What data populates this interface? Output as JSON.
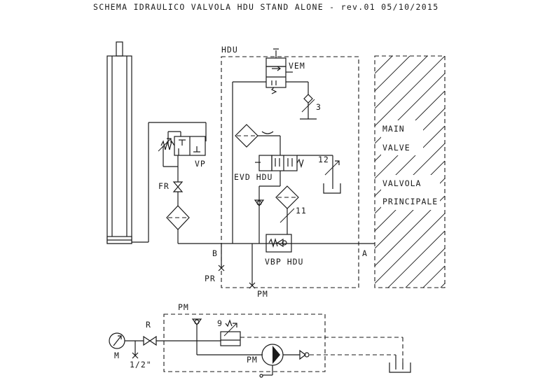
{
  "title": "SCHEMA IDRAULICO VALVOLA HDU STAND ALONE - rev.01 05/10/2015",
  "labels": {
    "hdu": "HDU",
    "vem": "VEM",
    "n3": "3",
    "vp": "VP",
    "fr": "FR",
    "n12": "12",
    "evd_hdu": "EVD HDU",
    "n11": "11",
    "vbp_hdu": "VBP HDU",
    "b": "B",
    "a": "A",
    "pr": "PR",
    "pm_bottom": "PM",
    "main": "MAIN",
    "valve": "VALVE",
    "valvola": "VALVOLA",
    "principale": "PRINCIPALE",
    "pm_top": "PM",
    "n9": "9",
    "r": "R",
    "m": "M",
    "pm_pump": "PM",
    "half_inch": "1/2\""
  },
  "colors": {
    "line": "#1a1a1a",
    "background": "#ffffff"
  }
}
